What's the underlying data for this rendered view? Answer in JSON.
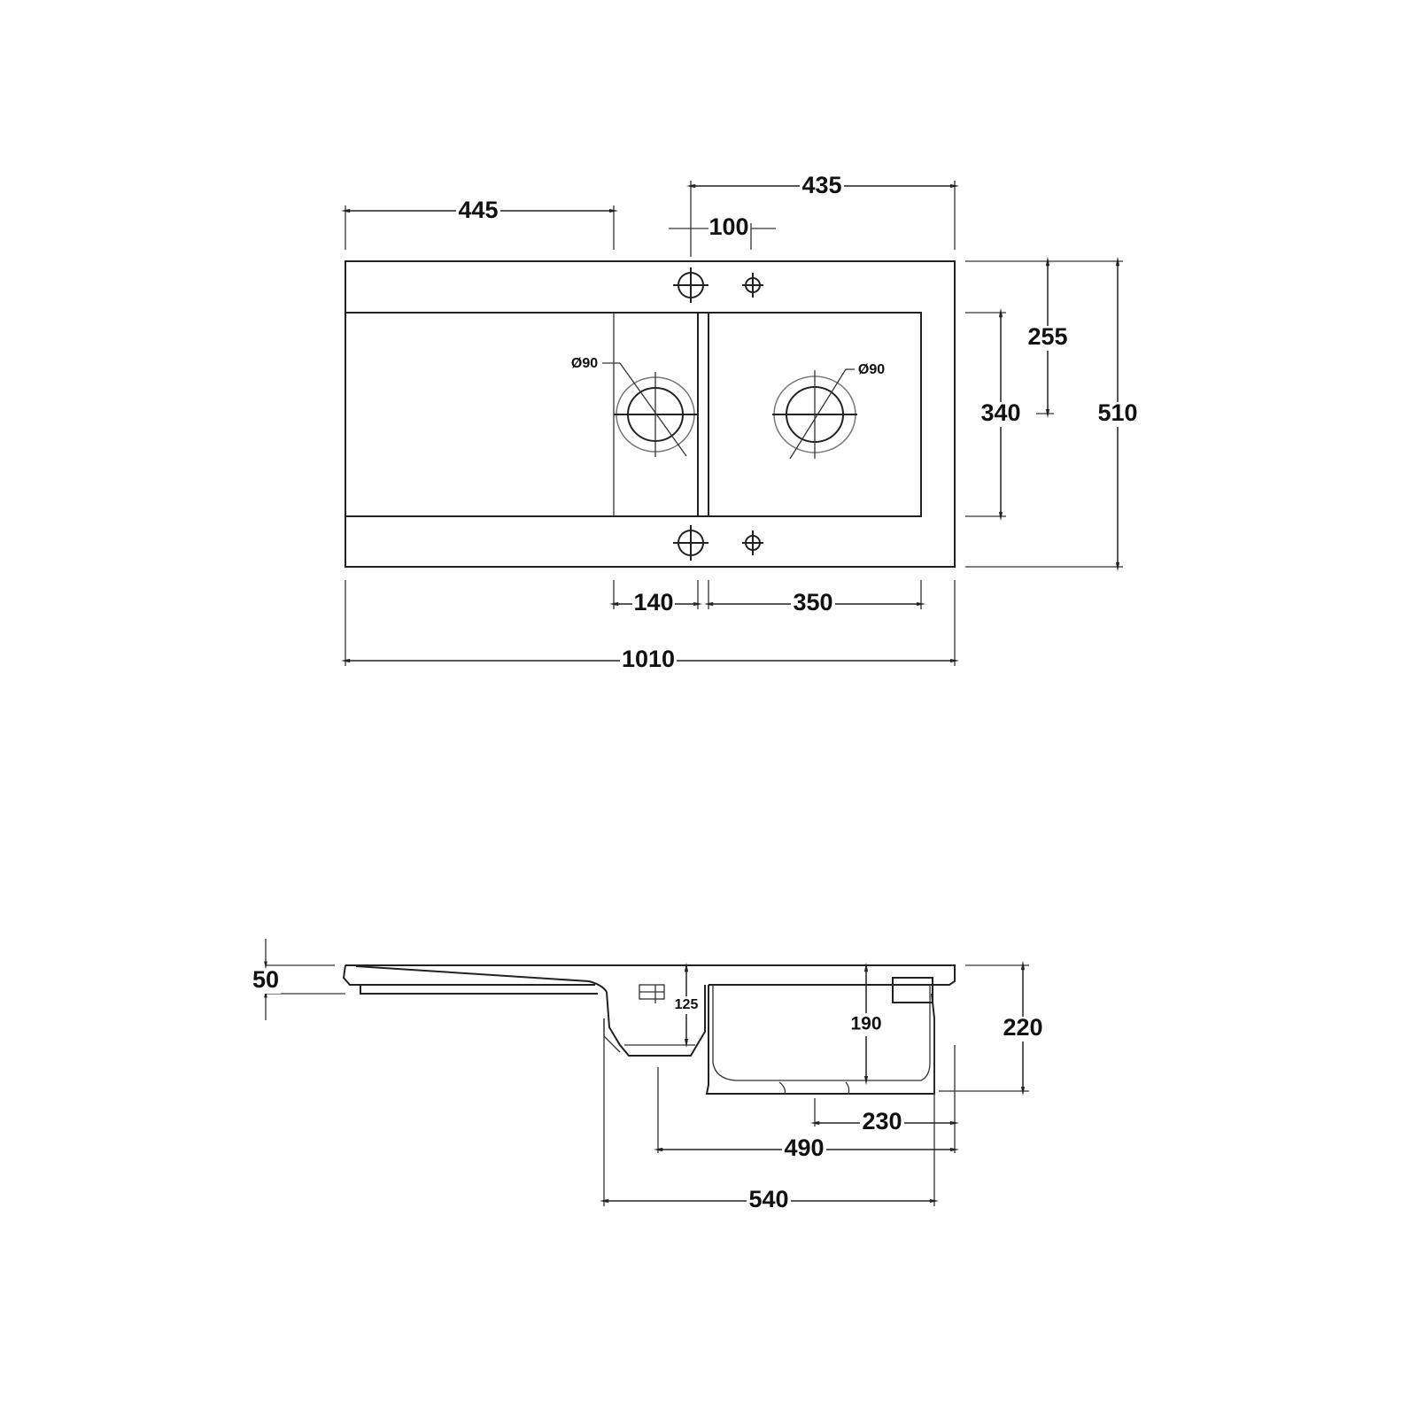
{
  "plan_view": {
    "dimensions": {
      "drainer_length": "445",
      "tap_to_edge": "435",
      "tap_spacing": "100",
      "tap_to_back": "255",
      "bowl_depth": "340",
      "overall_depth": "510",
      "small_bowl_width": "140",
      "large_bowl_width": "350",
      "overall_width": "1010",
      "waste_left_diameter": "Ø90",
      "waste_right_diameter": "Ø90"
    }
  },
  "side_view": {
    "dimensions": {
      "deck_thickness": "50",
      "small_bowl_depth": "125",
      "large_bowl_depth": "190",
      "overall_height": "220",
      "waste_offset": "230",
      "bowls_width": "490",
      "cutout_width": "540"
    }
  },
  "colors": {
    "line": "#222222",
    "background": "#ffffff"
  }
}
